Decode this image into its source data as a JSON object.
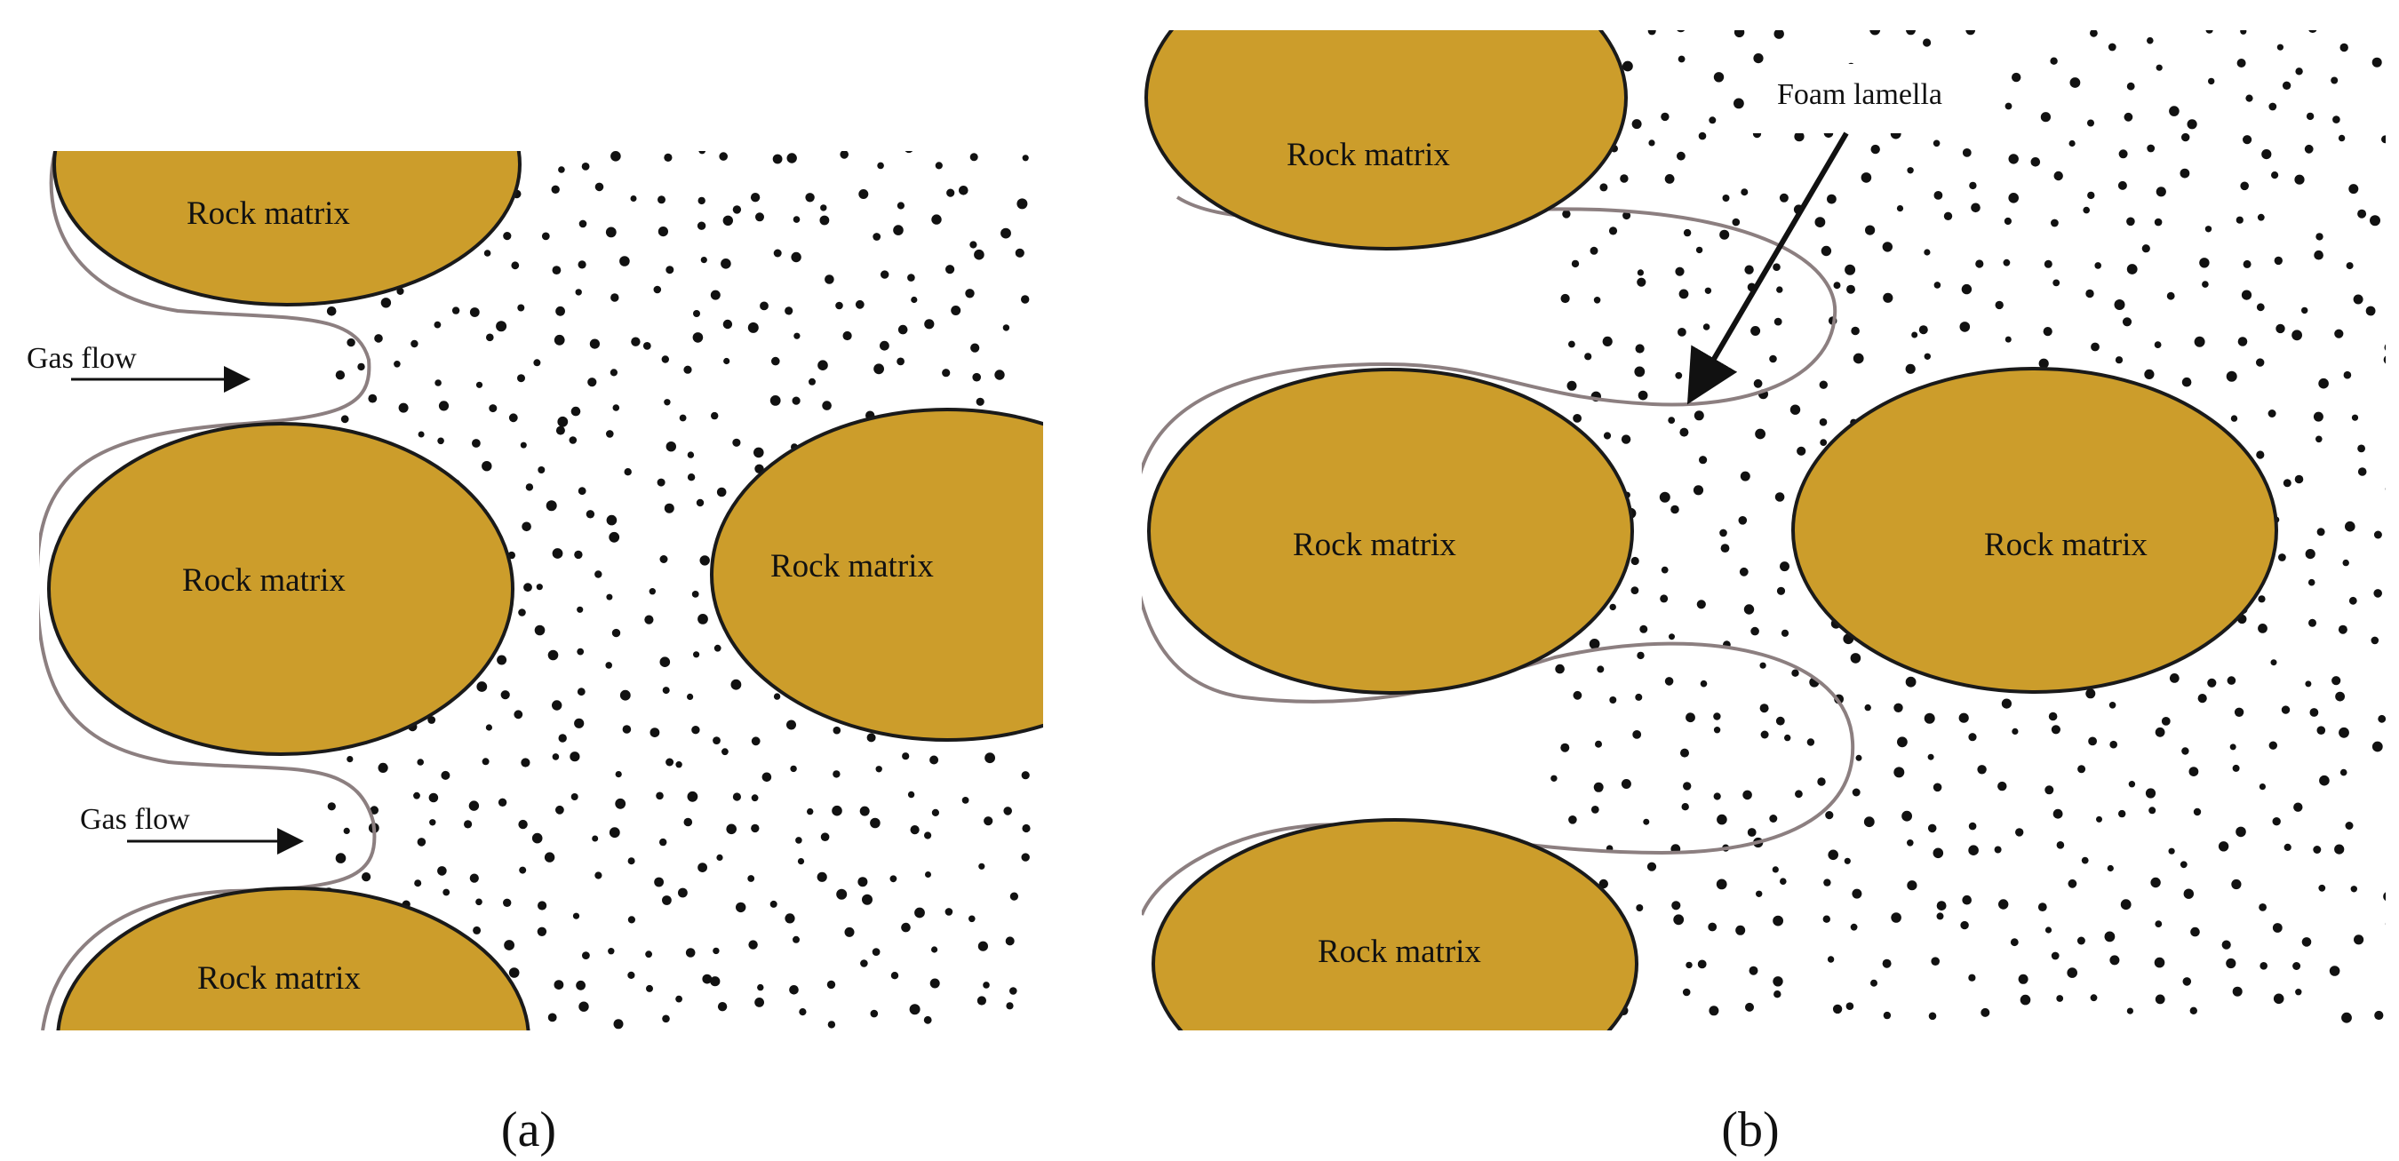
{
  "colors": {
    "rock_fill": "#CC9D2B",
    "rock_stroke": "#1a1a1a",
    "lamella_stroke": "#8c7f80",
    "dot": "#111111",
    "arrow": "#111111"
  },
  "panel_a": {
    "caption": "(a)",
    "rock_labels": [
      "Rock matrix",
      "Rock matrix",
      "Rock matrix",
      "Rock matrix"
    ],
    "gas_flow_labels": [
      "Gas flow",
      "Gas flow"
    ]
  },
  "panel_b": {
    "caption": "(b)",
    "rock_labels": [
      "Rock matrix",
      "Rock matrix",
      "Rock matrix",
      "Rock matrix"
    ],
    "foam_lamella_label": "Foam lamella"
  }
}
